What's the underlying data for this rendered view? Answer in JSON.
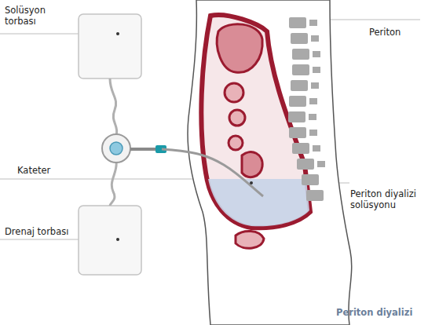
{
  "diagram": {
    "caption": "Periton diyalizi",
    "labels": [
      "Solüsyon torbası",
      "Periton",
      "Kateter",
      "Periton diyalizi solüsyonu",
      "Drenaj torbası"
    ]
  }
}
